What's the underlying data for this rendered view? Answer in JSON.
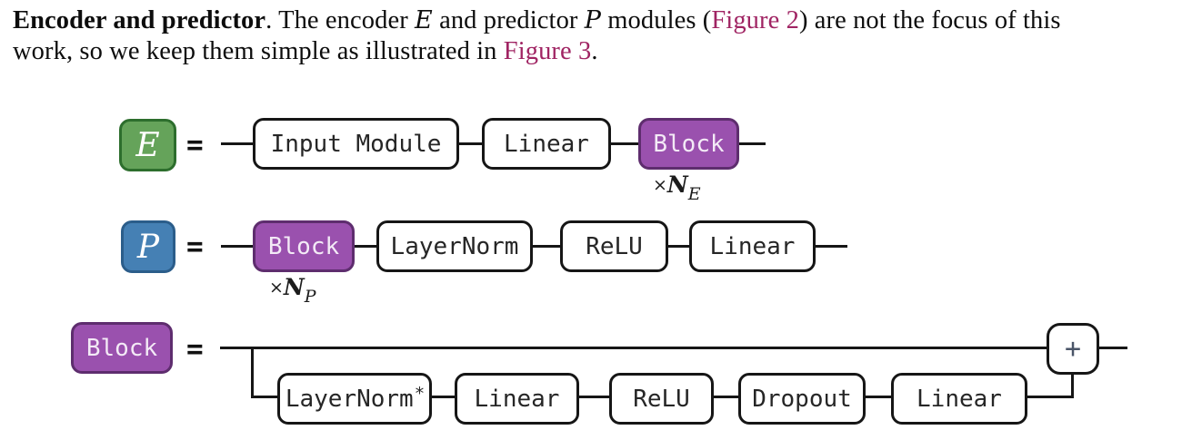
{
  "paragraph": {
    "line1": {
      "bold_lead": "Encoder and predictor",
      "seg1": ". The encoder ",
      "var1": "E",
      "seg2": " and predictor ",
      "var2": "P",
      "seg3": " modules (",
      "link1": "Figure 2",
      "seg4": ") are not the focus of this"
    },
    "line2": {
      "seg1": "work, so we keep them simple as illustrated in ",
      "link2": "Figure 3",
      "seg2": "."
    }
  },
  "diagram": {
    "equals": "=",
    "times": "×",
    "row_e": {
      "label": "E",
      "input_module": "Input Module",
      "linear": "Linear",
      "block": "Block",
      "repeat_var": "N",
      "repeat_sub": "E"
    },
    "row_p": {
      "label": "P",
      "block": "Block",
      "layernorm": "LayerNorm",
      "relu": "ReLU",
      "linear": "Linear",
      "repeat_var": "N",
      "repeat_sub": "P"
    },
    "row_block": {
      "label": "Block",
      "layernorm": "LayerNorm",
      "layernorm_sup": "*",
      "linear1": "Linear",
      "relu": "ReLU",
      "dropout": "Dropout",
      "linear2": "Linear",
      "plus": "+"
    }
  },
  "colors": {
    "green": "#65a35a",
    "green_border": "#2d6e2d",
    "blue": "#4580b4",
    "blue_border": "#2b5d8a",
    "purple": "#9a51ae",
    "purple_border": "#5e2d6e",
    "link": "#a02463"
  }
}
